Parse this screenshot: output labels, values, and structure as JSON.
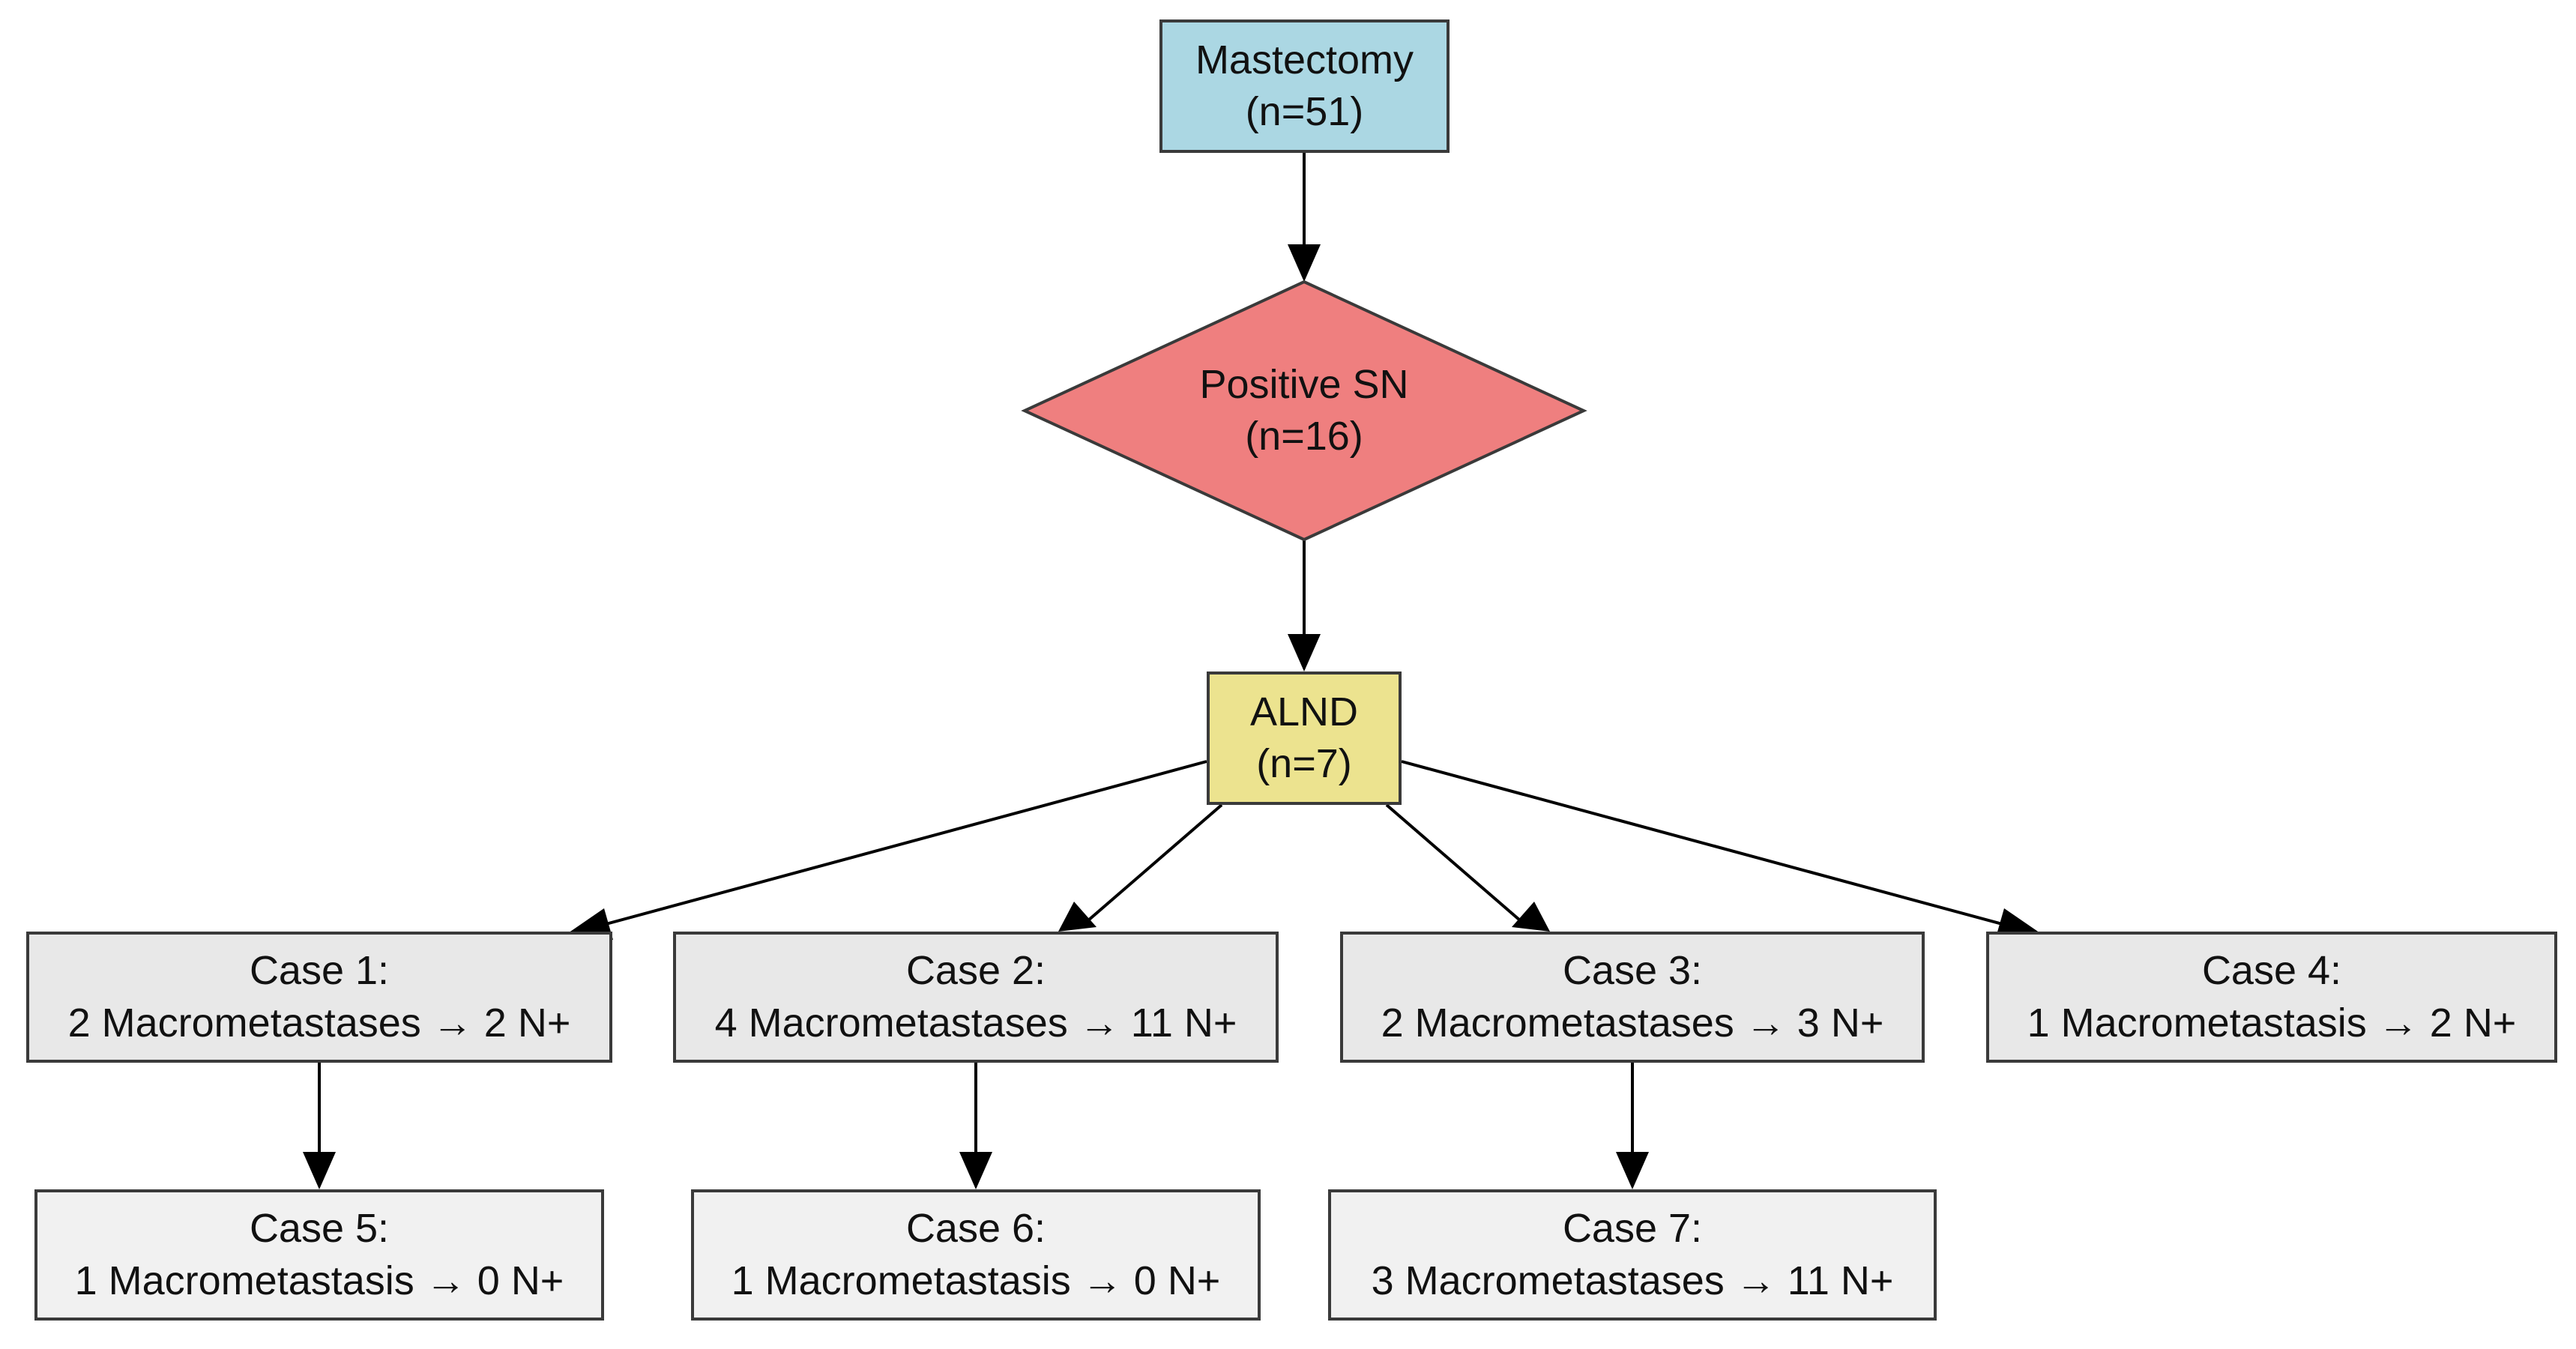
{
  "colors": {
    "mastectomy_fill": "#abd7e3",
    "sn_fill": "#ef7f7f",
    "alnd_fill": "#ece38f",
    "case_fill": "#e8e8e8",
    "case_fill_bottom": "#f1f1f1",
    "stroke": "#3a3a3a",
    "arrow": "#000000"
  },
  "nodes": {
    "mastectomy": {
      "line1": "Mastectomy",
      "line2": "(n=51)"
    },
    "positive_sn": {
      "line1": "Positive SN",
      "line2": "(n=16)"
    },
    "alnd": {
      "line1": "ALND",
      "line2": "(n=7)"
    },
    "case1": {
      "line1": "Case 1:",
      "line2": "2 Macrometastases → 2 N+"
    },
    "case2": {
      "line1": "Case 2:",
      "line2": "4 Macrometastases → 11 N+"
    },
    "case3": {
      "line1": "Case 3:",
      "line2": "2 Macrometastases → 3 N+"
    },
    "case4": {
      "line1": "Case 4:",
      "line2": "1 Macrometastasis → 2 N+"
    },
    "case5": {
      "line1": "Case 5:",
      "line2": "1 Macrometastasis → 0 N+"
    },
    "case6": {
      "line1": "Case 6:",
      "line2": "1 Macrometastasis → 0 N+"
    },
    "case7": {
      "line1": "Case 7:",
      "line2": "3 Macrometastases → 11 N+"
    }
  }
}
